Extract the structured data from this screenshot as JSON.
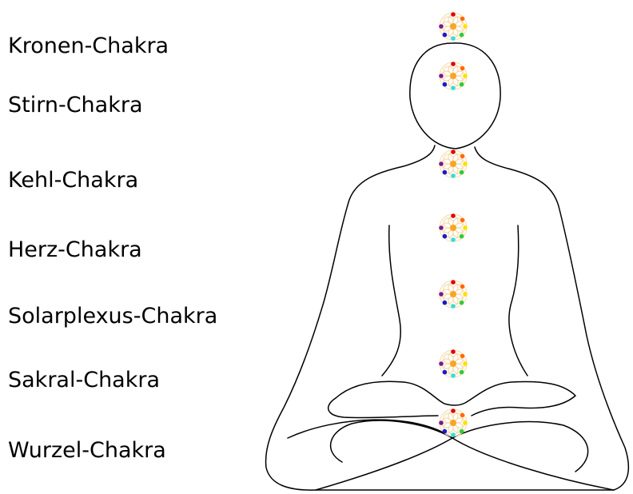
{
  "chakras": [
    {
      "label": "Kronen-Chakra"
    },
    {
      "label": "Stirn-Chakra"
    },
    {
      "label": "Kehl-Chakra"
    },
    {
      "label": "Herz-Chakra"
    },
    {
      "label": "Solarplexus-Chakra"
    },
    {
      "label": "Sakral-Chakra"
    },
    {
      "label": "Wurzel-Chakra"
    }
  ],
  "colors": {
    "outline": "#000000",
    "background": "#ffffff",
    "chakra_center": "#f5a623",
    "chakra_ring": "#f8d9a8",
    "chakra_dots": [
      "#e00000",
      "#ff6a00",
      "#ffe000",
      "#33cc33",
      "#33dddd",
      "#1a1acc",
      "#7a1a8a"
    ]
  },
  "icons": {
    "chakra_symbol": "chakra-lotus-icon"
  }
}
